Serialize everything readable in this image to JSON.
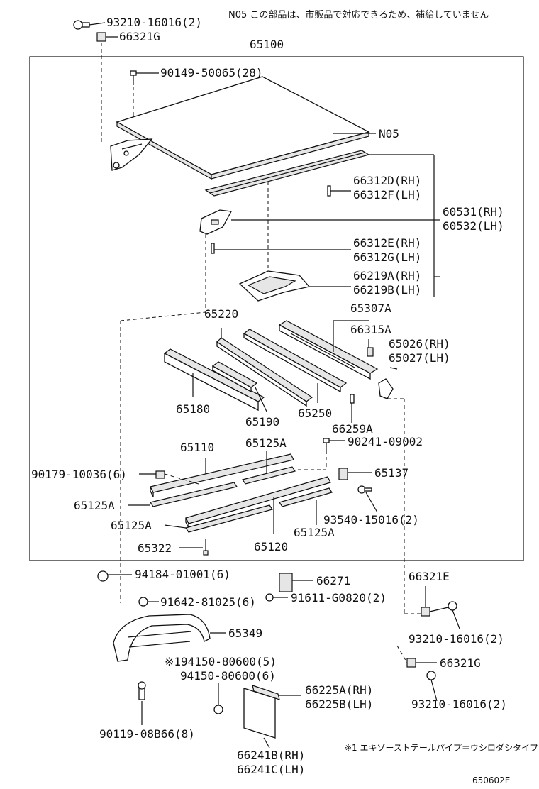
{
  "note_n05": "N05 この部品は、市販品で対応できるため、補給していません",
  "assembly_code": "65100",
  "footnote": "※1 エキゾーストテールパイプ＝ウシロダシタイプ",
  "figure_code": "650602E",
  "parts": [
    {
      "key": "p01",
      "text": "93210-16016(2)"
    },
    {
      "key": "p02",
      "text": "66321G"
    },
    {
      "key": "p03",
      "text": "90149-50065(28)"
    },
    {
      "key": "p04",
      "text": "N05"
    },
    {
      "key": "p05",
      "text": "66312D(RH)"
    },
    {
      "key": "p06",
      "text": "66312F(LH)"
    },
    {
      "key": "p07",
      "text": "60531(RH)"
    },
    {
      "key": "p08",
      "text": "60532(LH)"
    },
    {
      "key": "p09",
      "text": "66312E(RH)"
    },
    {
      "key": "p10",
      "text": "66312G(LH)"
    },
    {
      "key": "p11",
      "text": "66219A(RH)"
    },
    {
      "key": "p12",
      "text": "66219B(LH)"
    },
    {
      "key": "p13",
      "text": "65307A"
    },
    {
      "key": "p14",
      "text": "65220"
    },
    {
      "key": "p15",
      "text": "66315A"
    },
    {
      "key": "p16",
      "text": "65026(RH)"
    },
    {
      "key": "p17",
      "text": "65027(LH)"
    },
    {
      "key": "p18",
      "text": "65180"
    },
    {
      "key": "p19",
      "text": "65190"
    },
    {
      "key": "p20",
      "text": "65250"
    },
    {
      "key": "p21",
      "text": "66259A"
    },
    {
      "key": "p22",
      "text": "65110"
    },
    {
      "key": "p23",
      "text": "65125A"
    },
    {
      "key": "p24",
      "text": "90241-09002"
    },
    {
      "key": "p25",
      "text": "90179-10036(6)"
    },
    {
      "key": "p26",
      "text": "65137"
    },
    {
      "key": "p27",
      "text": "65125A"
    },
    {
      "key": "p28",
      "text": "93540-15016(2)"
    },
    {
      "key": "p29",
      "text": "65125A"
    },
    {
      "key": "p30",
      "text": "65125A"
    },
    {
      "key": "p31",
      "text": "65322"
    },
    {
      "key": "p32",
      "text": "65120"
    },
    {
      "key": "p33",
      "text": "94184-01001(6)"
    },
    {
      "key": "p34",
      "text": "66271"
    },
    {
      "key": "p35",
      "text": "66321E"
    },
    {
      "key": "p36",
      "text": "91642-81025(6)"
    },
    {
      "key": "p37",
      "text": "91611-G0820(2)"
    },
    {
      "key": "p38",
      "text": "65349"
    },
    {
      "key": "p39",
      "text": "93210-16016(2)"
    },
    {
      "key": "p40",
      "text": "※194150-80600(5)"
    },
    {
      "key": "p41",
      "text": "66321G"
    },
    {
      "key": "p42",
      "text": "94150-80600(6)"
    },
    {
      "key": "p43",
      "text": "66225A(RH)"
    },
    {
      "key": "p44",
      "text": "66225B(LH)"
    },
    {
      "key": "p45",
      "text": "93210-16016(2)"
    },
    {
      "key": "p46",
      "text": "90119-08B66(8)"
    },
    {
      "key": "p47",
      "text": "66241B(RH)"
    },
    {
      "key": "p48",
      "text": "66241C(LH)"
    }
  ]
}
